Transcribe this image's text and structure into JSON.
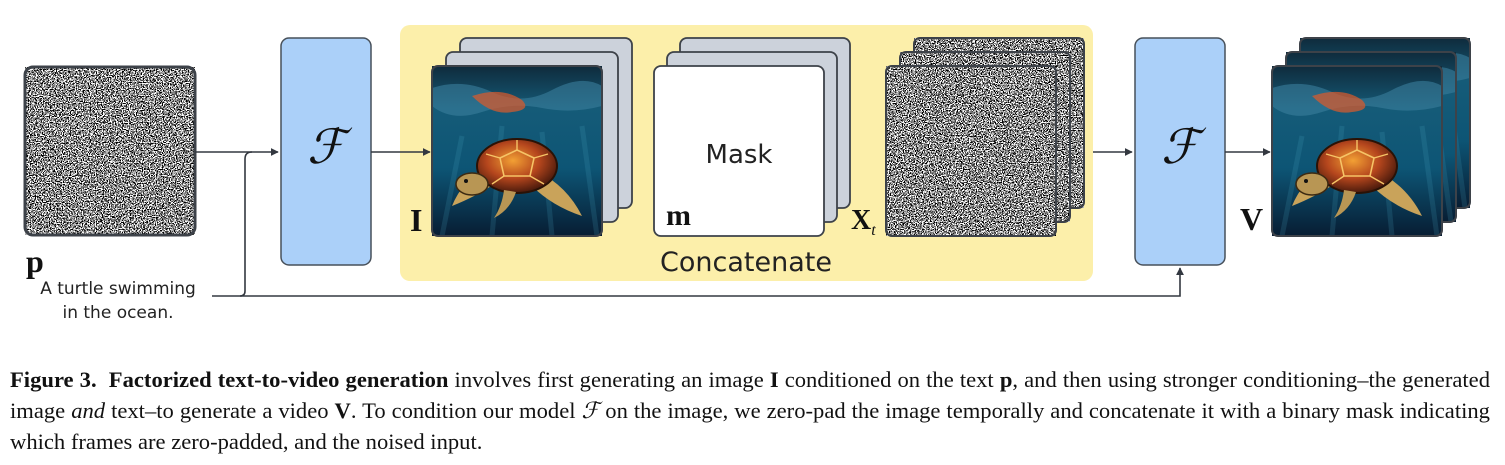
{
  "diagram": {
    "prompt_symbol": "p",
    "prompt_text_line1": "A turtle swimming",
    "prompt_text_line2": "in the ocean.",
    "model_symbol": "ℱ",
    "image_symbol": "I",
    "mask_symbol": "m",
    "mask_label": "Mask",
    "noise_symbol": "X",
    "noise_subscript": "t",
    "concat_label": "Concatenate",
    "video_symbol": "V",
    "colors": {
      "model_box": "#abd0f9",
      "model_border": "#47505a",
      "concat_panel": "#fcefaa",
      "card_back": "#ccd2db",
      "arrow": "#333840"
    }
  },
  "caption": {
    "figure_label": "Figure 3.",
    "bold_title": "Factorized text-to-video generation",
    "s1": " involves first generating an image ",
    "sym_I": "I",
    "s2": " conditioned on the text ",
    "sym_p": "p",
    "s3": ", and then using stronger conditioning–the generated image ",
    "and": "and",
    "s4": " text–to generate a video ",
    "sym_V": "V",
    "s5": ".  To condition our model ",
    "sym_F": "ℱ",
    "s6": " on the image, we zero-pad the image temporally and concatenate it with a binary mask  indicating which frames are zero-padded, and the noised input."
  }
}
